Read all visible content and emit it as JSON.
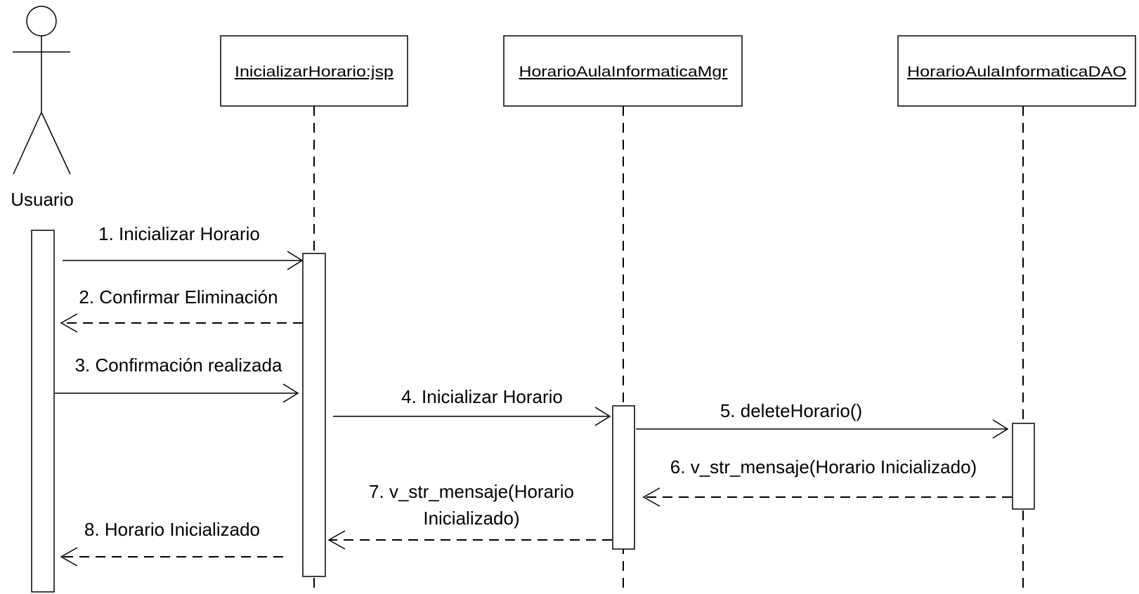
{
  "actor": {
    "name": "Usuario"
  },
  "objects": [
    {
      "id": "jsp",
      "name": "InicializarHorario:jsp"
    },
    {
      "id": "mgr",
      "name": "HorarioAulaInformaticaMgr"
    },
    {
      "id": "dao",
      "name": "HorarioAulaInformaticaDAO"
    }
  ],
  "messages": [
    {
      "n": 1,
      "from": "actor",
      "to": "jsp",
      "kind": "call",
      "lines": [
        "1. Inicializar Horario"
      ]
    },
    {
      "n": 2,
      "from": "jsp",
      "to": "actor",
      "kind": "return",
      "lines": [
        "2. Confirmar Eliminación"
      ]
    },
    {
      "n": 3,
      "from": "actor",
      "to": "jsp",
      "kind": "call",
      "lines": [
        "3. Confirmación realizada"
      ]
    },
    {
      "n": 4,
      "from": "jsp",
      "to": "mgr",
      "kind": "call",
      "lines": [
        "4. Inicializar Horario"
      ]
    },
    {
      "n": 5,
      "from": "mgr",
      "to": "dao",
      "kind": "call",
      "lines": [
        "5. deleteHorario()"
      ]
    },
    {
      "n": 6,
      "from": "dao",
      "to": "mgr",
      "kind": "return",
      "lines": [
        "6. v_str_mensaje(Horario Inicializado)"
      ]
    },
    {
      "n": 7,
      "from": "mgr",
      "to": "jsp",
      "kind": "return",
      "lines": [
        "7. v_str_mensaje(Horario",
        "Inicializado)"
      ]
    },
    {
      "n": 8,
      "from": "jsp",
      "to": "actor",
      "kind": "return",
      "lines": [
        "8. Horario Inicializado"
      ]
    }
  ]
}
